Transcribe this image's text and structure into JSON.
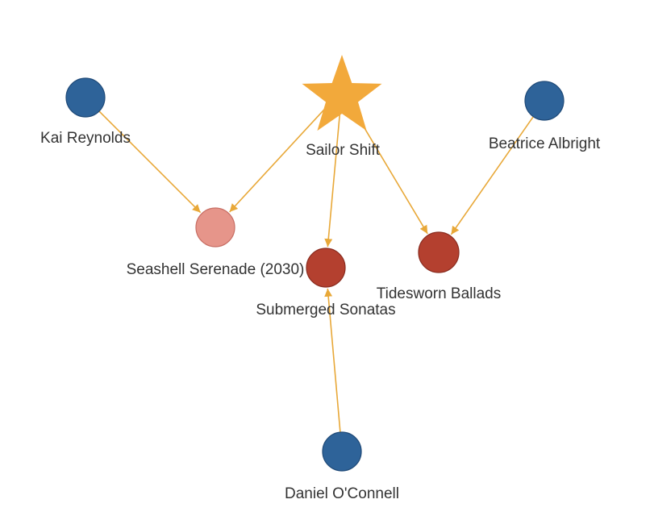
{
  "colors": {
    "edge": "#E8A838",
    "arrowhead": "#E8A838",
    "person": "#2E6399",
    "person_stroke": "#1f4a78",
    "star": "#F2A93B",
    "song_light": "#E6958A",
    "song_light_stroke": "#c76d63",
    "song_dark": "#B4402F",
    "song_dark_stroke": "#8a2c1f"
  },
  "nodes": [
    {
      "id": "sailor",
      "label": "Sailor Shift",
      "shape": "star",
      "color": "star"
    },
    {
      "id": "kai",
      "label": "Kai Reynolds",
      "shape": "circle",
      "color": "person"
    },
    {
      "id": "beatrice",
      "label": "Beatrice Albright",
      "shape": "circle",
      "color": "person"
    },
    {
      "id": "daniel",
      "label": "Daniel O'Connell",
      "shape": "circle",
      "color": "person"
    },
    {
      "id": "seashell",
      "label": "Seashell Serenade (2030)",
      "shape": "circle",
      "color": "song_light"
    },
    {
      "id": "submerged",
      "label": "Submerged Sonatas",
      "shape": "circle",
      "color": "song_dark"
    },
    {
      "id": "tidesworn",
      "label": "Tidesworn Ballads",
      "shape": "circle",
      "color": "song_dark"
    }
  ],
  "edges": [
    {
      "from": "kai",
      "to": "seashell"
    },
    {
      "from": "sailor",
      "to": "seashell"
    },
    {
      "from": "sailor",
      "to": "submerged"
    },
    {
      "from": "sailor",
      "to": "tidesworn"
    },
    {
      "from": "beatrice",
      "to": "tidesworn"
    },
    {
      "from": "daniel",
      "to": "submerged"
    }
  ]
}
